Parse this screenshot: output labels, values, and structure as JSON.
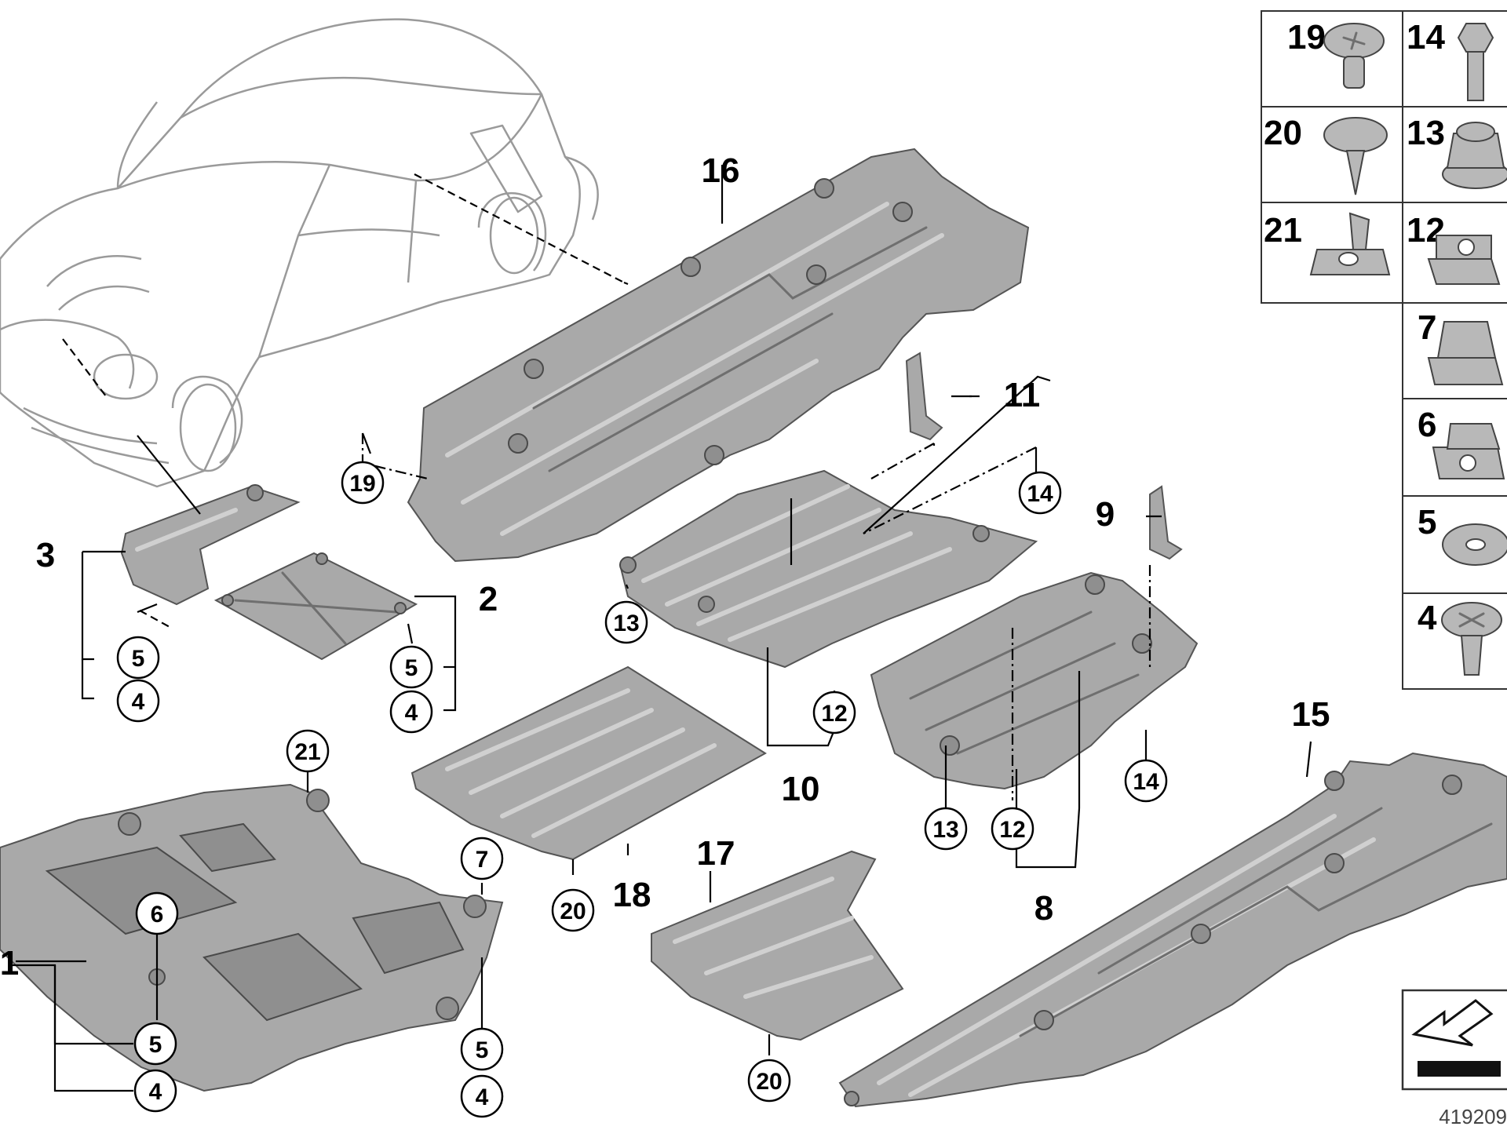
{
  "diagram": {
    "part_labels": {
      "p1": "1",
      "p2": "2",
      "p3": "3",
      "p8": "8",
      "p9": "9",
      "p10": "10",
      "p11": "11",
      "p15": "15",
      "p16": "16",
      "p17": "17",
      "p18": "18"
    },
    "callouts": {
      "c19": "19",
      "c14a": "14",
      "c13a": "13",
      "c12a": "12",
      "c5a": "5",
      "c4a": "4",
      "c5b": "5",
      "c4b": "4",
      "c21": "21",
      "c7": "7",
      "c6": "6",
      "c5c": "5",
      "c4c": "4",
      "c5d": "5",
      "c4d": "4",
      "c20a": "20",
      "c20b": "20",
      "c12b": "12",
      "c13b": "13",
      "c14b": "14"
    },
    "legend": [
      {
        "num": "19",
        "icon": "clip-rivet-icon"
      },
      {
        "num": "14",
        "icon": "bolt-icon"
      },
      {
        "num": "20",
        "icon": "screw-icon"
      },
      {
        "num": "13",
        "icon": "hex-nut-icon"
      },
      {
        "num": "21",
        "icon": "clip-nut-icon"
      },
      {
        "num": "12",
        "icon": "spring-nut-icon"
      },
      {
        "num": "7",
        "icon": "u-nut-icon"
      },
      {
        "num": "6",
        "icon": "clip-nut-icon"
      },
      {
        "num": "5",
        "icon": "washer-icon"
      },
      {
        "num": "4",
        "icon": "expanding-rivet-icon"
      }
    ],
    "diagram_number": "419209"
  }
}
